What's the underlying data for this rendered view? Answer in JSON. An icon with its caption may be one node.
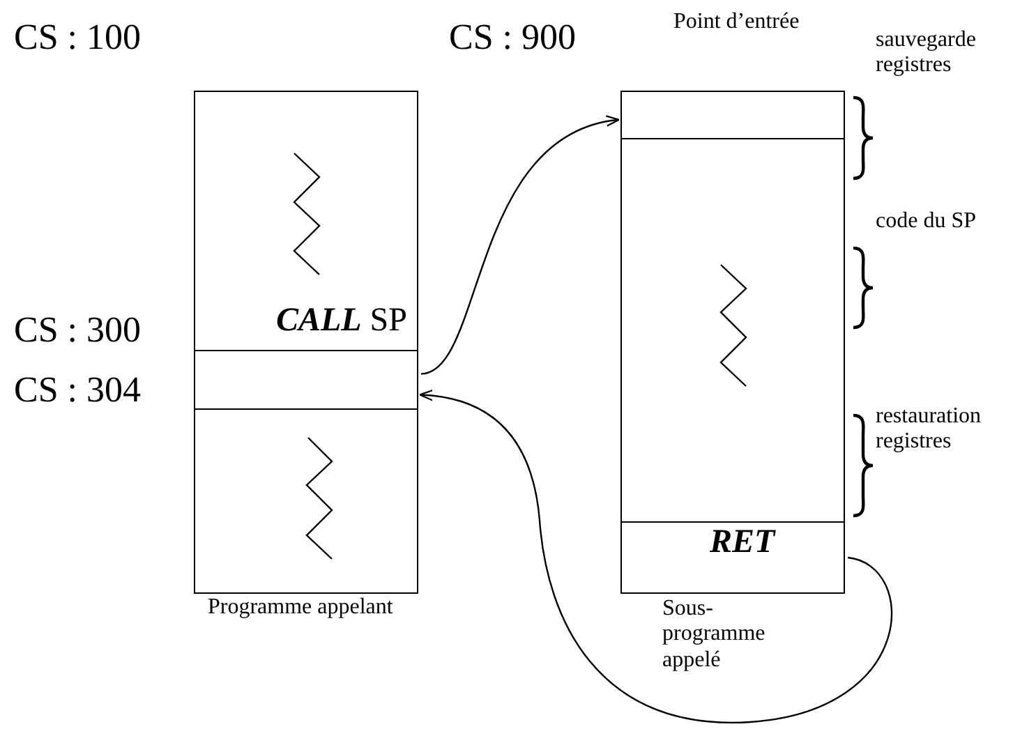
{
  "diagram": {
    "nodes": [
      {
        "text": [
          "Programme appelant"
        ]
      },
      {
        "text": [
          "**CALL** SP"
        ],
        "in": 0
      },
      {
        "text": [
          "Sous-programme appelé"
        ]
      },
      {
        "text": [
          "Point d’entrée"
        ],
        "in": 2
      },
      {
        "text": [
          "RET"
        ],
        "in": 2
      }
    ],
    "edges": [
      {
        "from": 1,
        "to": 3,
        "arrow": "to"
      },
      {
        "from": 4,
        "to": 1,
        "arrow": "to"
      }
    ],
    "labels": [
      "CS : 100",
      "CS : 900",
      "sauvegarde registres",
      "code du SP",
      "CS : 300",
      "CS : 304",
      "restauration registres"
    ]
  }
}
